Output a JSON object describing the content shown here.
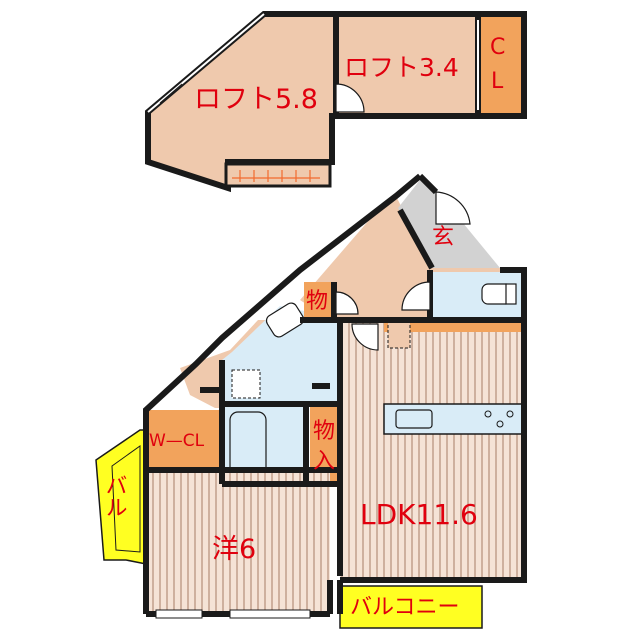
{
  "rooms": {
    "loft1": "ロフト5.8",
    "loft2": "ロフト3.4",
    "closet_c": "C",
    "closet_l": "L",
    "entrance": "玄",
    "storage_top": "物",
    "storage_mid_1": "物",
    "storage_mid_2": "入",
    "wcl": "W—CL",
    "balcony_side_1": "バル",
    "balcony_side_2": "ル",
    "western": "洋6",
    "ldk": "LDK11.6",
    "balcony": "バルコニー"
  },
  "colors": {
    "loft": "#efc9ad",
    "room_floor": "#efc9ad",
    "closet": "#f2a35c",
    "wet": "#d9ecf7",
    "entrance": "#d2d2d2",
    "balcony": "#ffff22",
    "wood_stripe": "#c8a58d",
    "wall": "#1a1a1a",
    "text": "#e0000e"
  }
}
